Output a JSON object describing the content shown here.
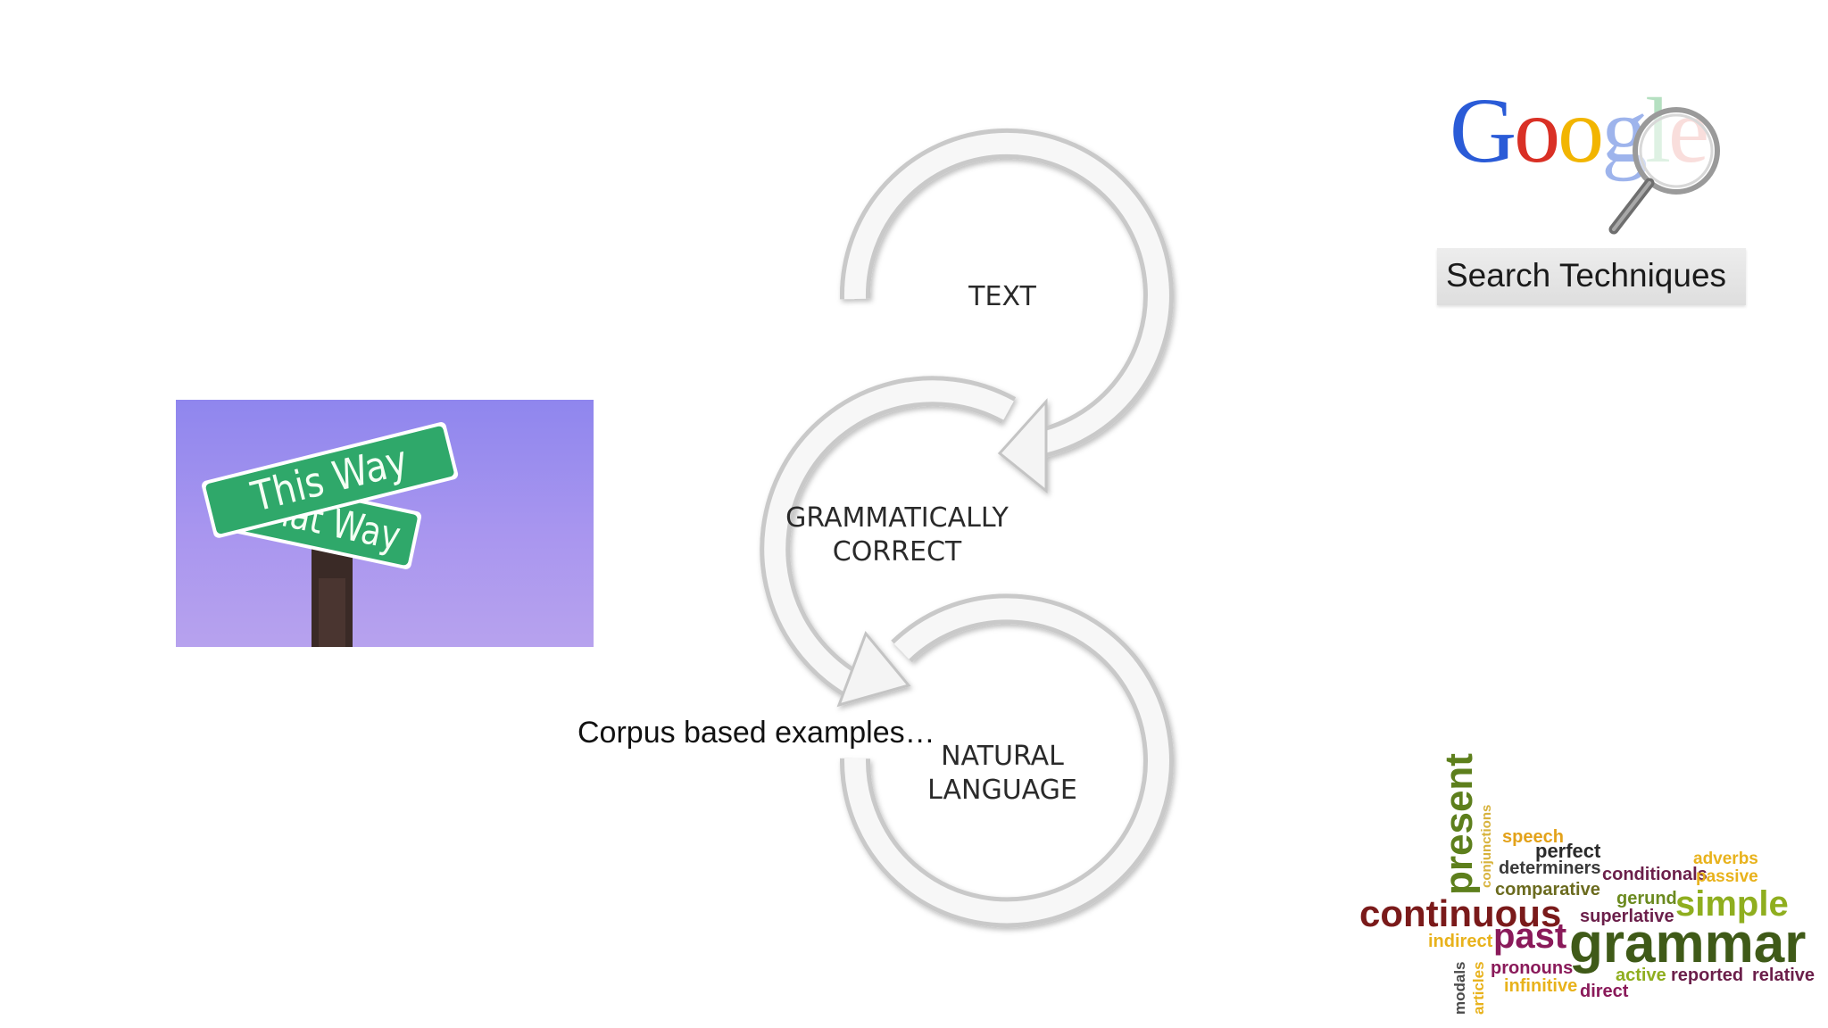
{
  "sign_photo": {
    "top_sign_text": "This Way",
    "bottom_sign_text": "That Way",
    "sign_color": "#2fa86a",
    "sky_color": "#9a8cf0"
  },
  "cycle": {
    "nodes": [
      {
        "label_lines": [
          "TEXT"
        ]
      },
      {
        "label_lines": [
          "GRAMMATICALLY",
          "CORRECT"
        ]
      },
      {
        "label_lines": [
          "NATURAL",
          "LANGUAGE"
        ]
      }
    ]
  },
  "corpus_text": "Corpus based examples…",
  "google": {
    "letters": [
      {
        "char": "G",
        "color": "#2a5bd7"
      },
      {
        "char": "o",
        "color": "#d93025"
      },
      {
        "char": "o",
        "color": "#f2b500"
      },
      {
        "char": "g",
        "color": "#2a5bd7"
      },
      {
        "char": "l",
        "color": "#2fa84f"
      },
      {
        "char": "e",
        "color": "#d93025"
      }
    ],
    "caption": "Search Techniques"
  },
  "wordcloud": {
    "words": {
      "present": "present",
      "conjunctions": "conjunctions",
      "speech": "speech",
      "perfect": "perfect",
      "determiners": "determiners",
      "adverbs": "adverbs",
      "conditionals": "conditionals",
      "passive": "passive",
      "comparative": "comparative",
      "gerund": "gerund",
      "simple": "simple",
      "continuous": "continuous",
      "superlative": "superlative",
      "indirect": "indirect",
      "past": "past",
      "grammar": "grammar",
      "modals": "modals",
      "articles": "articles",
      "pronouns": "pronouns",
      "active": "active",
      "reported": "reported",
      "relative": "relative",
      "infinitive": "infinitive",
      "direct": "direct"
    }
  }
}
